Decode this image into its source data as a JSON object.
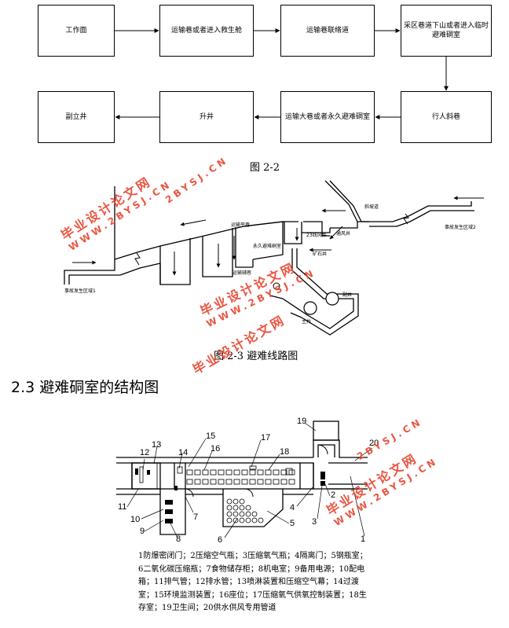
{
  "flow": {
    "row1": [
      "工作面",
      "运输巷或者进入救生舱",
      "运输巷联络道",
      "采区巷道下山或者进入临时避难硐室"
    ],
    "row2": [
      "副立井",
      "升井",
      "运输大巷或者永久避难硐室",
      "行人斜巷"
    ],
    "caption": "图 2-2"
  },
  "route": {
    "labels": {
      "accident1": "事故发生区域1",
      "accident2": "事故发生区域2",
      "slope": "斜坡道",
      "transport_level": "运输平巷",
      "permanent": "永久避难硐室",
      "aux": "运输辅巷",
      "shaft23": "23线风井",
      "vent": "通风井",
      "mine_well": "矿石井",
      "aux_shaft": "副井",
      "main_shaft": "主井"
    },
    "caption": "图 2-3 避难线路图"
  },
  "section": {
    "heading": "2.3 避难硐室的结构图"
  },
  "structure": {
    "numbers": [
      "1",
      "2",
      "3",
      "4",
      "5",
      "6",
      "7",
      "8",
      "9",
      "10",
      "11",
      "12",
      "13",
      "14",
      "15",
      "16",
      "17",
      "18",
      "19",
      "20"
    ],
    "legend": "1防爆密闭门；2压缩空气瓶；3压缩氧气瓶；4隔离门；5钢瓶室；6二氧化碳压缩瓶；7食物储存柜；8机电室；9备用电源；10配电箱；11排气管；12排水管；13喷淋装置和压缩空气幕；14过渡室；15环境监测装置；16座位；17压缩氧气供氧控制装置；18生存室；19卫生间；20供水供风专用管道"
  },
  "watermark": {
    "line1": "毕业设计论文网",
    "line2": "WWW.2BYSJ.CN",
    "site": "2BYSJ.CN",
    "color": "#e8442e"
  }
}
